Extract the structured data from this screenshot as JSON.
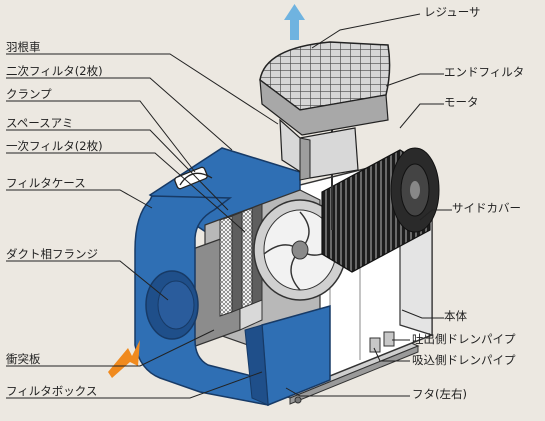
{
  "labels": {
    "reducer": "レジューサ",
    "impeller": "羽根車",
    "secondary_filter": "二次フィルタ(2枚)",
    "clamp": "クランプ",
    "end_filter": "エンドフィルタ",
    "motor": "モータ",
    "spacer_mesh": "スペースアミ",
    "primary_filter": "一次フィルタ(2枚)",
    "filter_case": "フィルタケース",
    "side_cover": "サイドカバー",
    "duct_flange": "ダクト相フランジ",
    "body": "本体",
    "baffle_plate": "衝突板",
    "discharge_drain": "吐出側ドレンパイプ",
    "suction_drain": "吸込側ドレンパイプ",
    "filter_box": "フィルタボックス",
    "lid": "フタ(左右)"
  },
  "colors": {
    "background": "#ece8e1",
    "case_blue": "#2f6fb4",
    "case_blue_dark": "#1f4f8a",
    "metal_gray": "#9a9a9a",
    "metal_dark": "#5e5e5e",
    "motor_black": "#1c1c1c",
    "body_white": "#ffffff",
    "inlet_arrow": "#f08a1e",
    "outlet_arrow": "#6fb3e0",
    "leader_line": "#222222"
  }
}
